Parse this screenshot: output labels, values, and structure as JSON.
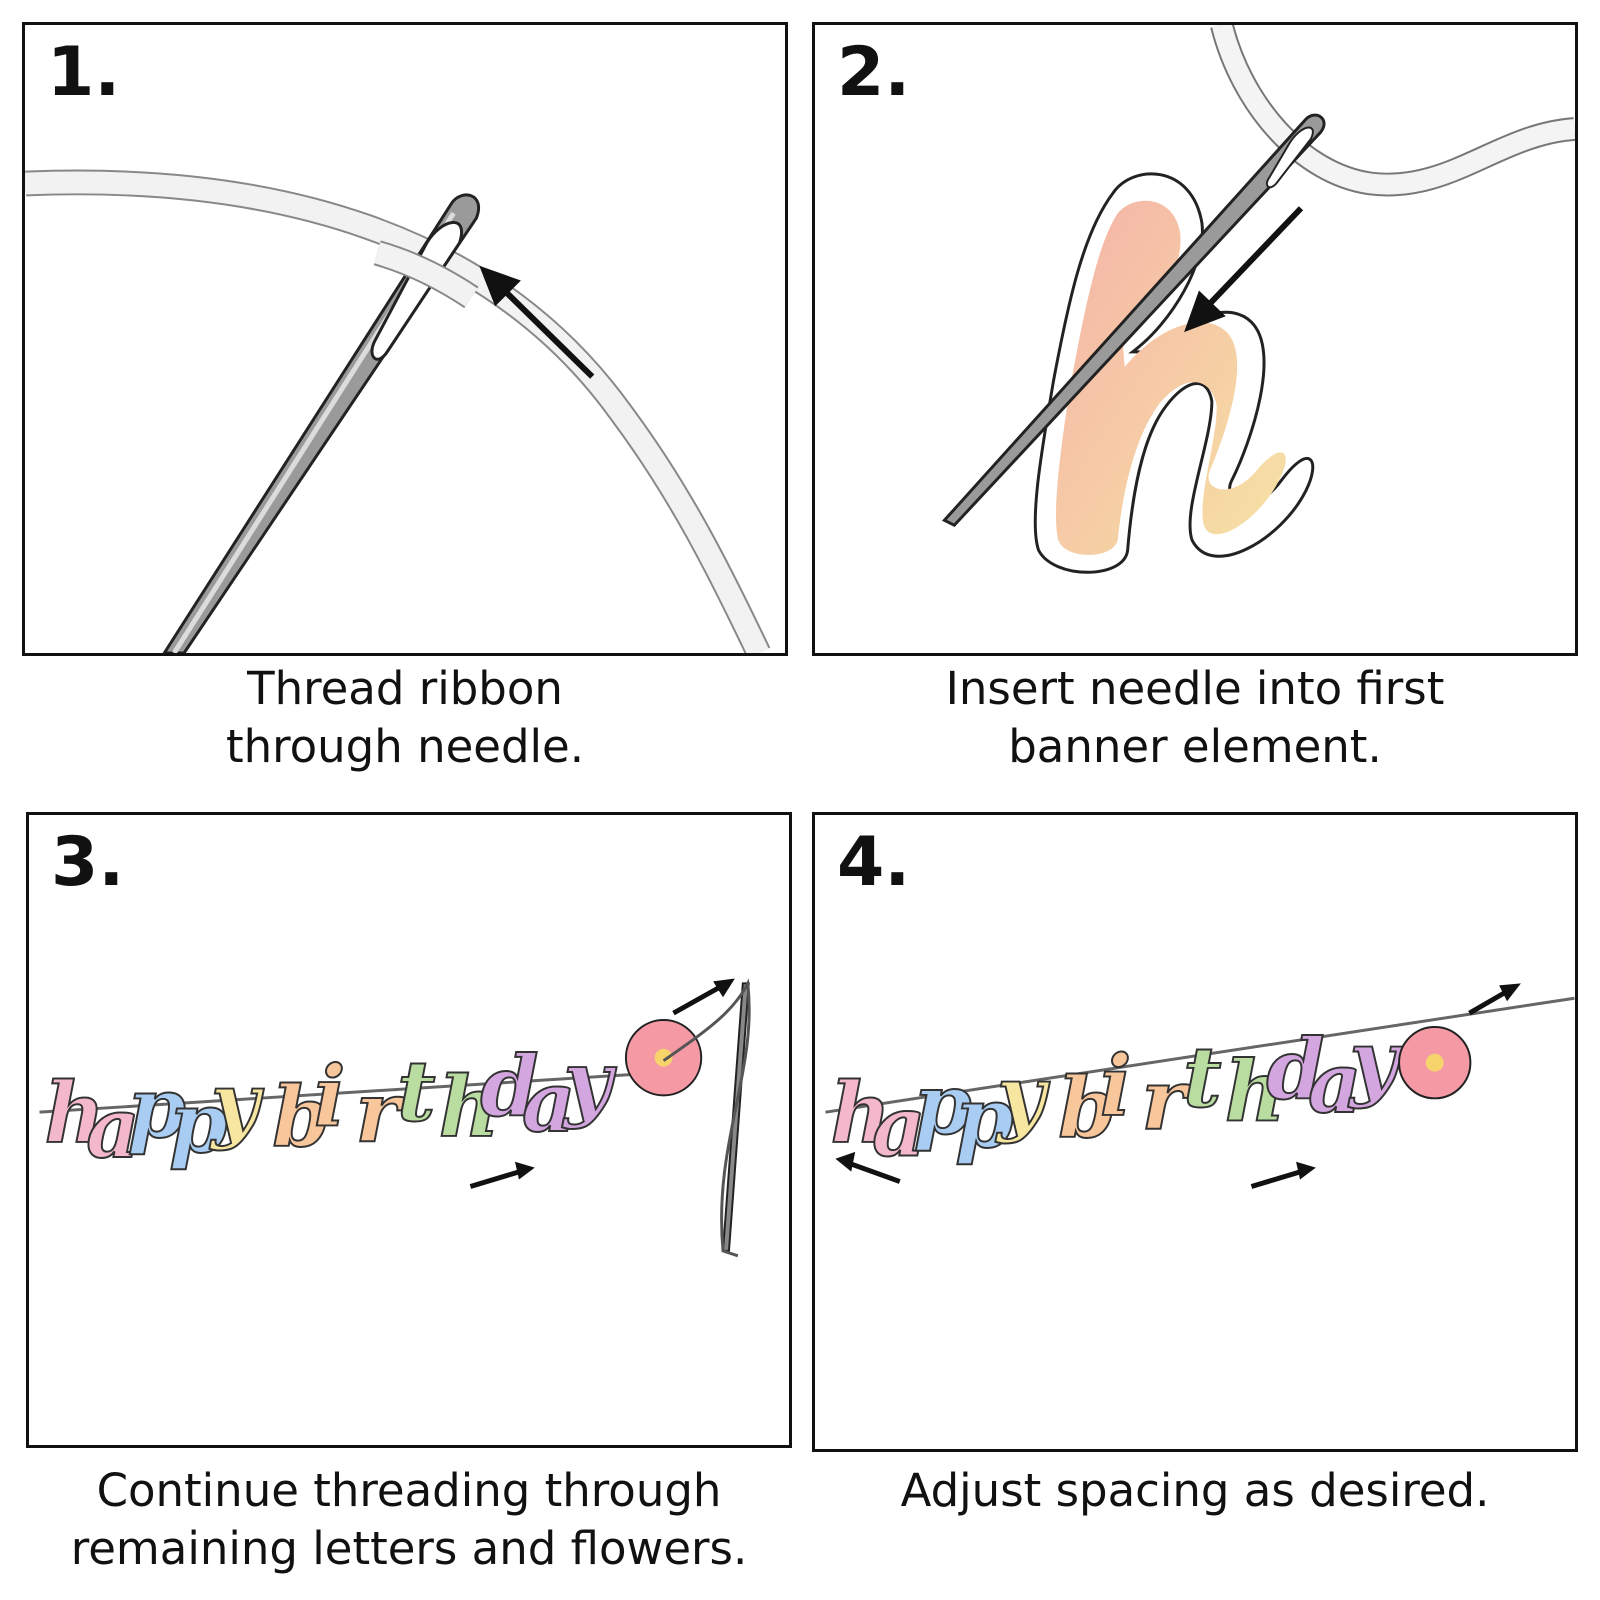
{
  "steps": [
    {
      "number": "1.",
      "caption_lines": [
        "Thread ribbon",
        "through needle."
      ]
    },
    {
      "number": "2.",
      "caption_lines": [
        "Insert needle into first",
        "banner element."
      ]
    },
    {
      "number": "3.",
      "caption_lines": [
        "Continue threading through",
        "remaining letters and flowers."
      ]
    },
    {
      "number": "4.",
      "caption_lines": [
        "Adjust spacing as desired."
      ]
    }
  ],
  "banner": {
    "letters": [
      "h",
      "a",
      "p",
      "p",
      "y",
      "b",
      "i",
      "r",
      "t",
      "h",
      "d",
      "a",
      "y"
    ],
    "colors": {
      "pink": "#f4b8cd",
      "blue": "#a9cdf2",
      "yellow": "#f7e6a0",
      "peach": "#f8c69b",
      "green": "#b9dca0",
      "purple": "#d3a6e0"
    },
    "flower_color": "#f59aa5",
    "flower_center": "#f6d36b"
  },
  "element_h": {
    "letter": "h",
    "gradient_start": "#f5b3a8",
    "gradient_end": "#f6e3a3"
  }
}
